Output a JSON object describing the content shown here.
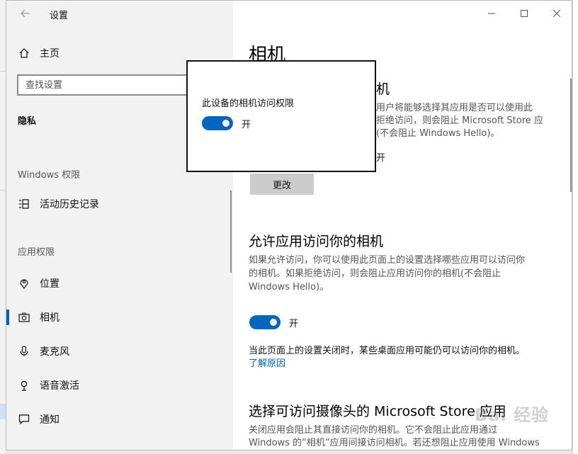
{
  "window": {
    "app_title": "设置",
    "back_icon": "arrow-left-icon",
    "caption": {
      "minimize": "—",
      "maximize": "☐",
      "close": "✕"
    }
  },
  "sidebar": {
    "home_label": "主页",
    "search_placeholder": "查找设置",
    "category": "隐私",
    "section_windows": "Windows 权限",
    "activity_label": "活动历史记录",
    "section_app": "应用权限",
    "items": [
      {
        "label": "位置",
        "icon": "location-pin-icon"
      },
      {
        "label": "相机",
        "icon": "camera-icon"
      },
      {
        "label": "麦克风",
        "icon": "microphone-icon"
      },
      {
        "label": "语音激活",
        "icon": "voice-activation-icon"
      },
      {
        "label": "通知",
        "icon": "notification-icon"
      }
    ]
  },
  "content": {
    "title": "相机",
    "device_section_heading": "机",
    "device_desc_lines": [
      "用户将能够选择其应用是否可以使用此",
      "拒绝访问，则会阻止 Microsoft Store 应",
      "(不会阻止 Windows Hello)。"
    ],
    "device_status_fragment": "开",
    "change_button": "更改",
    "allow_heading": "允许应用访问你的相机",
    "allow_desc_lines": [
      "如果允许访问，你可以使用此页面上的设置选择哪些应用可以访问你",
      "的相机。如果拒绝访问，则会阻止应用访问你的相机(不会阻止",
      "Windows Hello)。"
    ],
    "allow_toggle_label": "开",
    "allow_toggle_on": true,
    "desktop_note": "当此页面上的设置关闭时，某些桌面应用可能仍可以访问你的相机。",
    "learn_more": "了解原因",
    "store_heading": "选择可访问摄像头的 Microsoft Store 应用",
    "store_desc_lines": [
      "关闭应用会阻止其直接访问你的相机。它不会阻止此应用通过",
      "Windows 的“相机”应用间接访问相机。若还想阻止应用使用 Windows"
    ]
  },
  "popup": {
    "title": "此设备的相机访问权限",
    "toggle_label": "开",
    "toggle_on": true
  },
  "watermark": "Bai 经验",
  "colors": {
    "accent": "#0067c0",
    "sidebar_bg": "#f2f2f2",
    "button_bg": "#cccccc"
  }
}
